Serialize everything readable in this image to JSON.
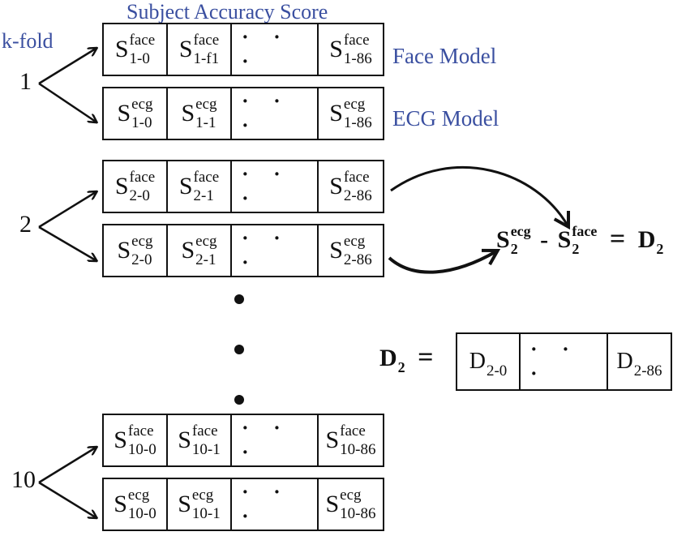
{
  "header": {
    "title": "Subject Accuracy Score",
    "kfold_label": "k-fold"
  },
  "models": {
    "face": "Face Model",
    "ecg": "ECG Model"
  },
  "folds": [
    {
      "label": "1",
      "face": [
        [
          "S",
          "face",
          "1-0"
        ],
        [
          "S",
          "face",
          "1-f1"
        ],
        [
          "S",
          "face",
          "1-86"
        ]
      ],
      "ecg": [
        [
          "S",
          "ecg",
          "1-0"
        ],
        [
          "S",
          "ecg",
          "1-1"
        ],
        [
          "S",
          "ecg",
          "1-86"
        ]
      ]
    },
    {
      "label": "2",
      "face": [
        [
          "S",
          "face",
          "2-0"
        ],
        [
          "S",
          "face",
          "2-1"
        ],
        [
          "S",
          "face",
          "2-86"
        ]
      ],
      "ecg": [
        [
          "S",
          "ecg",
          "2-0"
        ],
        [
          "S",
          "ecg",
          "2-1"
        ],
        [
          "S",
          "ecg",
          "2-86"
        ]
      ]
    },
    {
      "label": "10",
      "face": [
        [
          "S",
          "face",
          "10-0"
        ],
        [
          "S",
          "face",
          "10-1"
        ],
        [
          "S",
          "face",
          "10-86"
        ]
      ],
      "ecg": [
        [
          "S",
          "ecg",
          "10-0"
        ],
        [
          "S",
          "ecg",
          "10-1"
        ],
        [
          "S",
          "ecg",
          "10-86"
        ]
      ]
    }
  ],
  "ellipsis": "· · ·",
  "equation": {
    "term1_base": "S",
    "term1_sup": "ecg",
    "term1_sub": "2",
    "minus": "-",
    "term2_base": "S",
    "term2_sup": "face",
    "term2_sub": "2",
    "equals": "=",
    "result_base": "D",
    "result_sub": "2"
  },
  "d_vector": {
    "lhs_base": "D",
    "lhs_sub": "2",
    "lhs_equals": "=",
    "cells": [
      [
        "D",
        "2-0"
      ],
      [
        "D",
        "2-86"
      ]
    ]
  },
  "colors": {
    "accent": "#3a4fa0",
    "ink": "#111111"
  }
}
